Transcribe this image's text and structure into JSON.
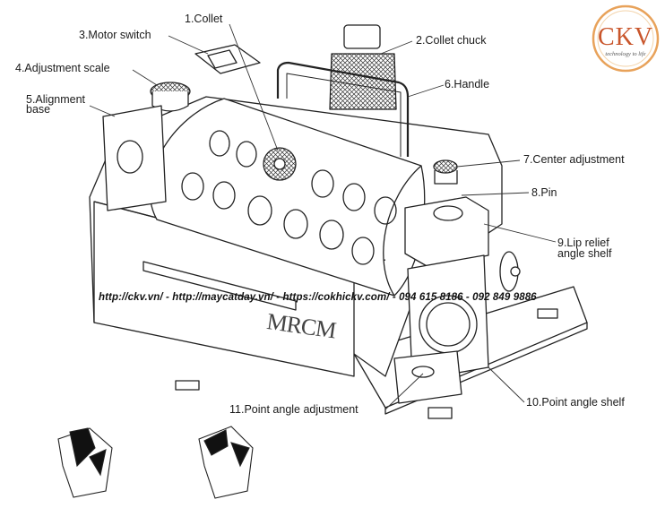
{
  "labels": {
    "collet": "1.Collet",
    "collet_chuck": "2.Collet chuck",
    "motor_switch": "3.Motor switch",
    "adjustment_scale": "4.Adjustment scale",
    "alignment_base": "5.Alignment\nbase",
    "handle": "6.Handle",
    "center_adjustment": "7.Center adjustment",
    "pin": "8.Pin",
    "lip_relief": "9.Lip relief\nangle shelf",
    "point_angle_shelf": "10.Point angle shelf",
    "point_angle_adjustment": "11.Point angle adjustment"
  },
  "contact_line": "http://ckv.vn/ - http://maycatday.vn/ - https://cokhickv.com/ - 094 615 8186 - 092 849 9886",
  "brand_mark": "MRCM",
  "logo": {
    "text": "CKV",
    "tagline": "technology to life",
    "color": "#c9562c",
    "ring_color": "#e8a25a"
  }
}
